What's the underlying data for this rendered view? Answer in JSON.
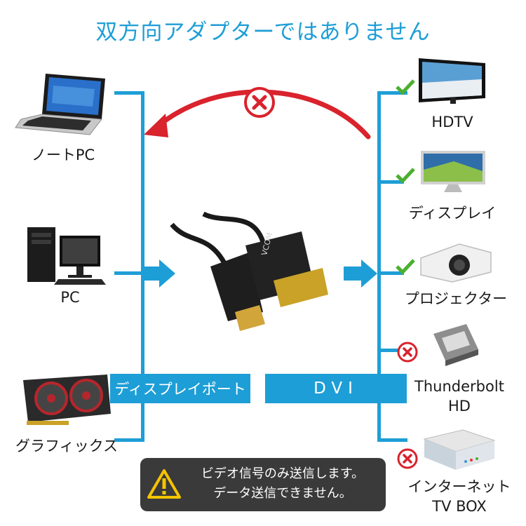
{
  "title": "双方向アダプターではありません",
  "sources": [
    {
      "label": "ノートPC",
      "icon": "laptop-icon"
    },
    {
      "label": "PC",
      "icon": "desktop-pc-icon"
    },
    {
      "label": "グラフィックス",
      "icon": "graphics-card-icon"
    }
  ],
  "source_tag": "ディスプレイポート",
  "target_tag": "DVI",
  "targets": [
    {
      "label": "HDTV",
      "status": "supported"
    },
    {
      "label": "ディスプレイ",
      "status": "supported"
    },
    {
      "label": "プロジェクター",
      "status": "supported"
    },
    {
      "label_line1": "Thunderbolt",
      "label_line2": "HD",
      "status": "unsupported"
    },
    {
      "label_line1": "インターネット",
      "label_line2": "TV BOX",
      "status": "unsupported"
    }
  ],
  "cable_brand": "VCOM",
  "warning": {
    "line1": "ビデオ信号のみ送信します。",
    "line2": "データ送信できません。"
  },
  "colors": {
    "accent": "#1e9ed6",
    "reverse_arrow": "#d9232d",
    "check": "#4caf30",
    "cross": "#d9232d",
    "warning_bg": "#3a3a3a"
  }
}
